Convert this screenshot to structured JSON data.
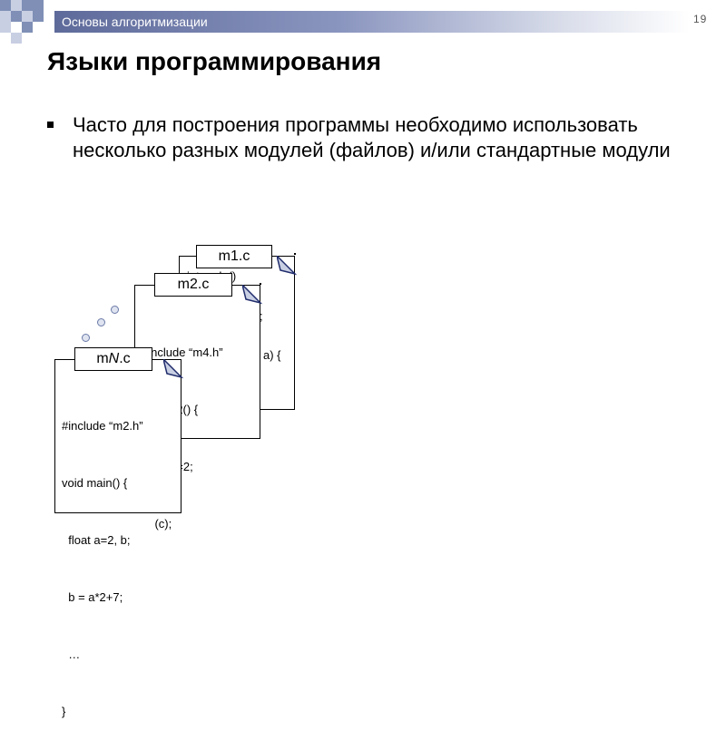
{
  "header": {
    "title": "Основы алгоритмизации",
    "page_number": "19"
  },
  "slide": {
    "title": "Языки программирования",
    "bullet": "Часто для построения программы необходимо использовать несколько разных модулей (файлов) и/или стандартные модули"
  },
  "docs": {
    "m1": {
      "label": "m1.c",
      "peek1": "int code()",
      "peek2": ";",
      "peek3": "a) {"
    },
    "m2": {
      "label": "m2.c",
      "lines": [
        "#include “m4.h”",
        "void m2() {",
        " float c=2;",
        "    (c);"
      ]
    },
    "mn": {
      "label_prefix": "m",
      "label_italic": "N",
      "label_suffix": ".c",
      "lines": [
        "#include “m2.h”",
        "void main() {",
        "  float a=2, b;",
        "  b = a*2+7;",
        "  …",
        "}"
      ]
    }
  }
}
